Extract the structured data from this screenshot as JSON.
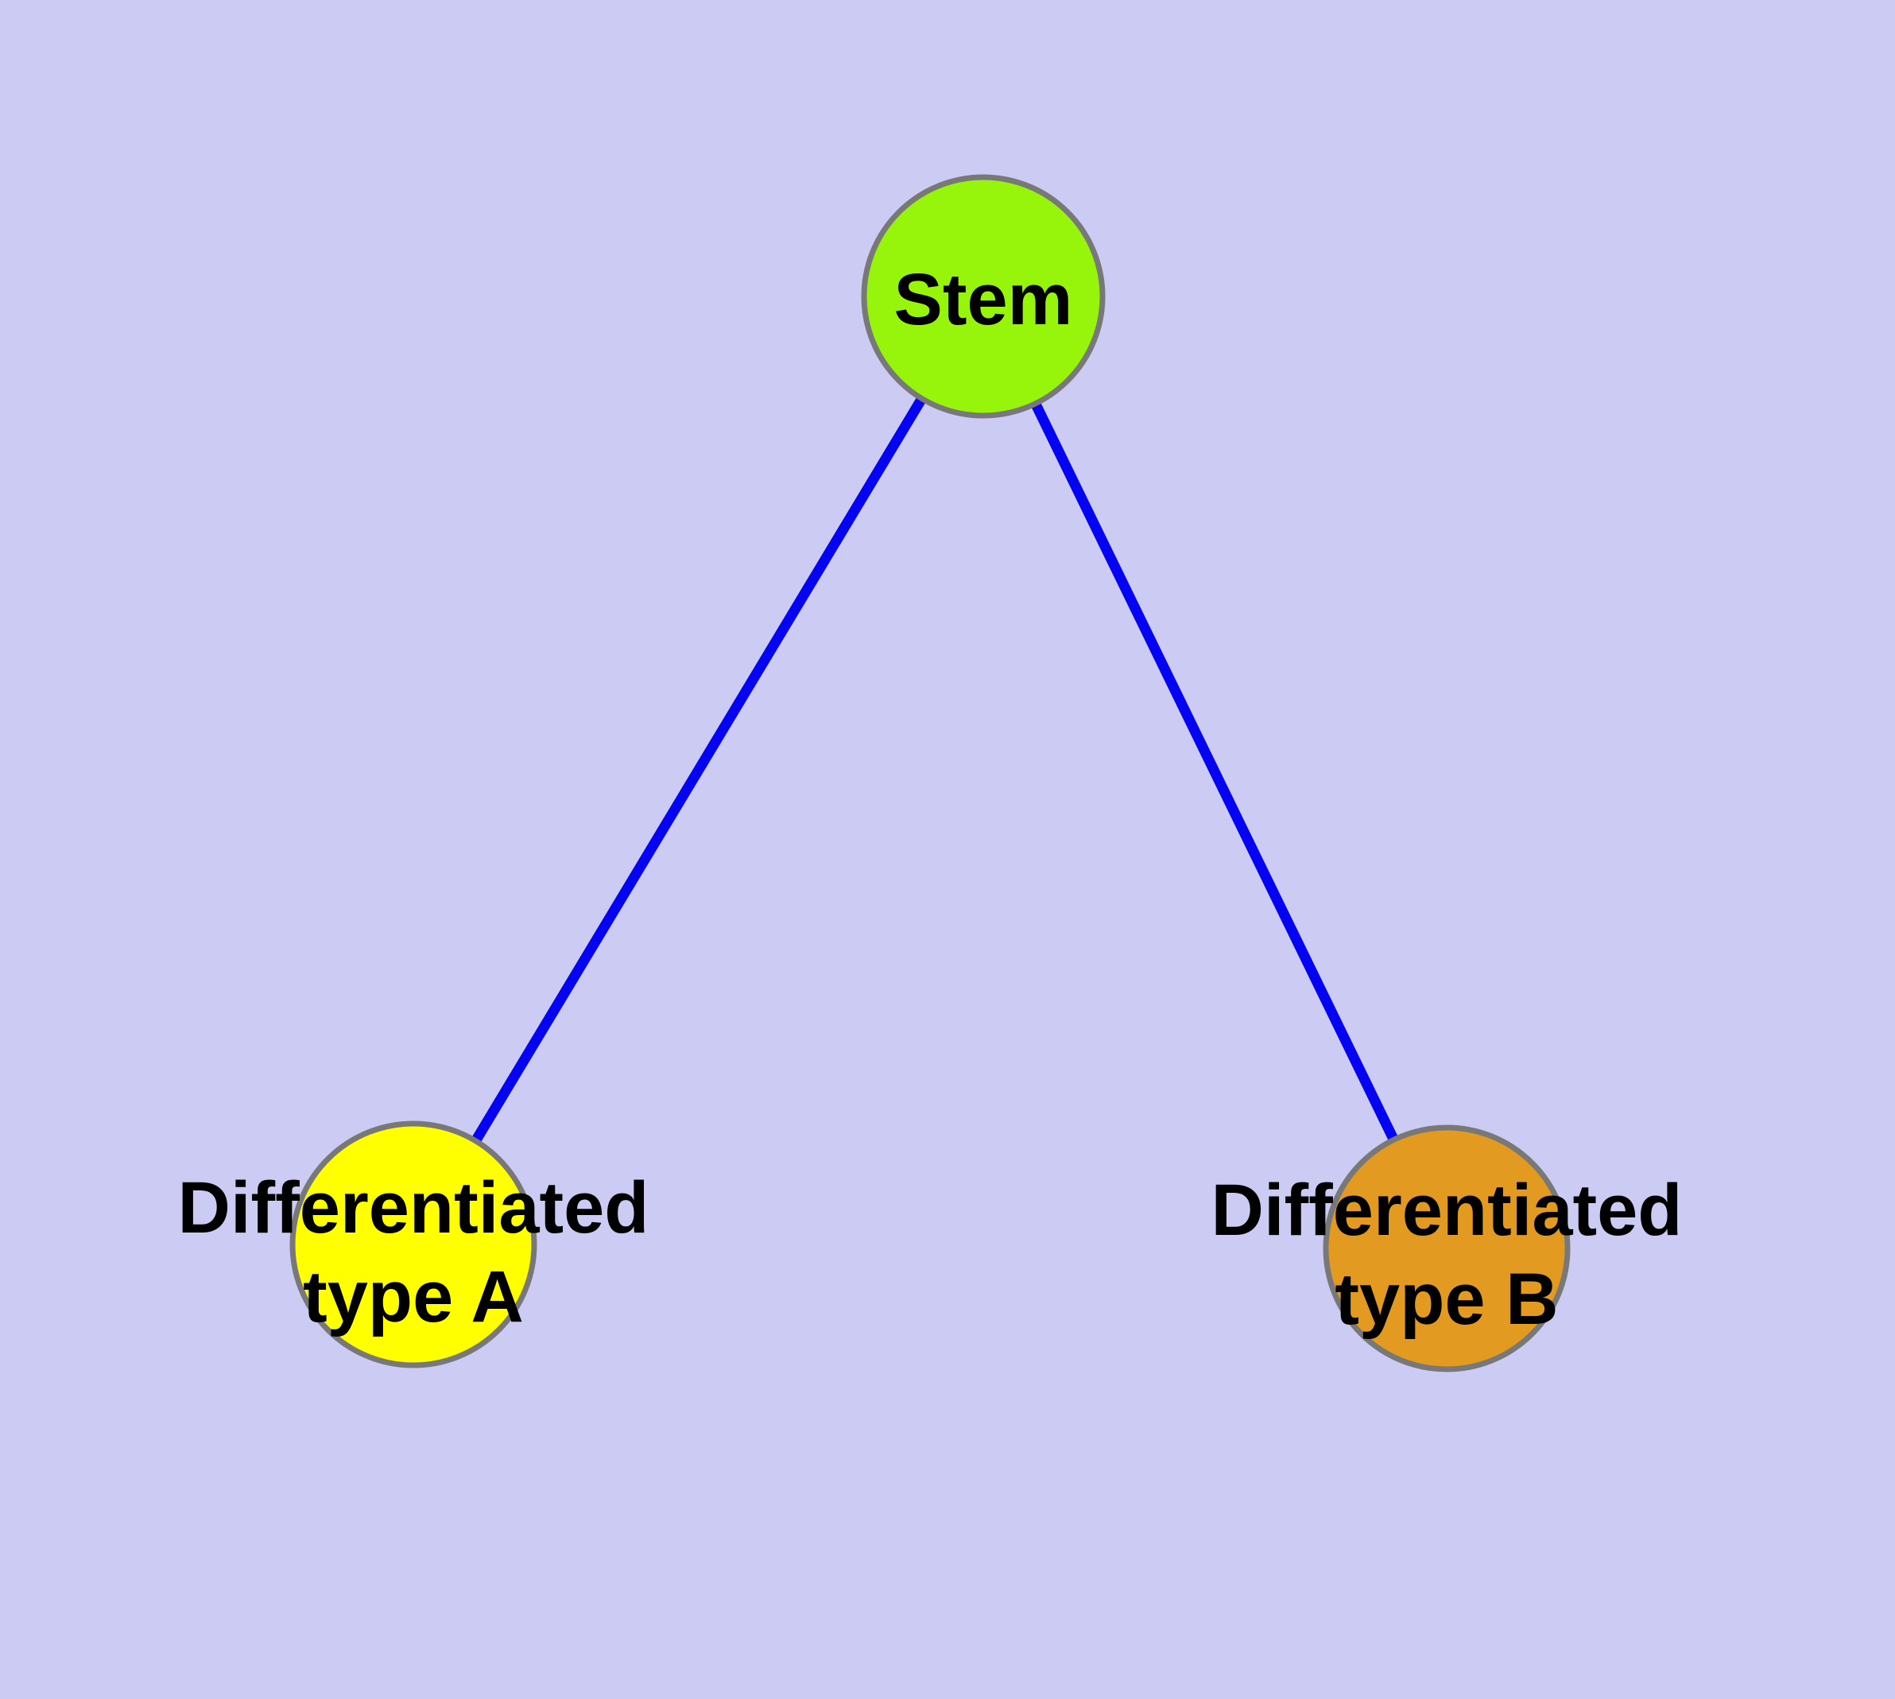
{
  "diagram": {
    "type": "node-link-graph",
    "description": "Stem cell differentiation tree: one stem node branching to two differentiated cell type nodes",
    "background_color": "#CBCBF4",
    "edge_color": "#0404F2",
    "node_border_color": "#787878",
    "label_color": "#000000",
    "nodes": {
      "stem": {
        "label": "Stem",
        "fill": "#96F50A"
      },
      "type_a": {
        "label_line1": "Differentiated",
        "label_line2": "type A",
        "fill": "#FFFF00"
      },
      "type_b": {
        "label_line1": "Differentiated",
        "label_line2": "type B",
        "fill": "#E39A20"
      }
    },
    "edges": [
      {
        "from": "Stem",
        "to": "Differentiated type A"
      },
      {
        "from": "Stem",
        "to": "Differentiated type B"
      }
    ]
  }
}
